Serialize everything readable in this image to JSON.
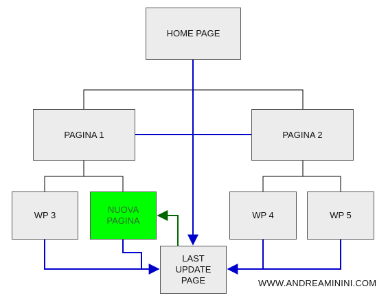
{
  "nodes": {
    "home": "HOME PAGE",
    "pagina1": "PAGINA 1",
    "pagina2": "PAGINA 2",
    "wp3": "WP 3",
    "nuova": "NUOVA\nPAGINA",
    "wp4": "WP 4",
    "wp5": "WP 5",
    "last": "LAST\nUPDATE\nPAGE"
  },
  "watermark": "WWW.ANDREAMININI.COM",
  "colors": {
    "box_fill": "#ececec",
    "box_border": "#555555",
    "highlight_fill": "#00ff00",
    "tree_line": "#000000",
    "link_blue": "#0000cc",
    "link_green": "#006600"
  }
}
